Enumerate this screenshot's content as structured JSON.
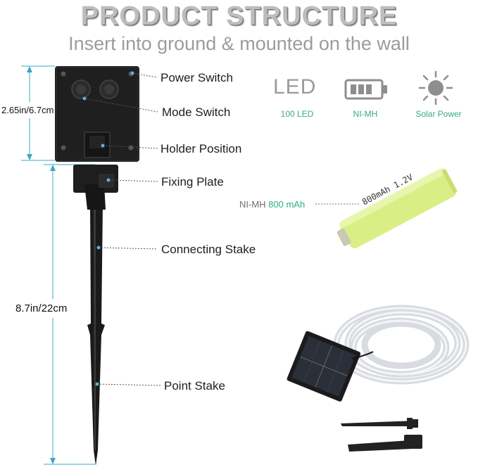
{
  "header": {
    "title": "PRODUCT STRUCTURE",
    "subtitle": "Insert into ground & mounted on the wall"
  },
  "callouts": {
    "power_switch": "Power Switch",
    "mode_switch": "Mode Switch",
    "holder_position": "Holder Position",
    "fixing_plate": "Fixing Plate",
    "connecting_stake": "Connecting Stake",
    "point_stake": "Point Stake"
  },
  "dimensions": {
    "box_height": "2.65in/6.7cm",
    "stake_length": "8.7in/22cm"
  },
  "specs": [
    {
      "icon": "led-text-icon",
      "icon_text": "LED",
      "label": "100 LED"
    },
    {
      "icon": "battery-icon",
      "label": "NI-MH"
    },
    {
      "icon": "sun-icon",
      "label": "Solar Power"
    }
  ],
  "battery": {
    "type_label": "NI-MH",
    "capacity_label": "800 mAh",
    "printed_text": "800mAh 1.2V"
  },
  "colors": {
    "accent_green": "#3aa98c",
    "battery_body": "#d9ef86",
    "panel_dark": "#1f1f1f"
  }
}
